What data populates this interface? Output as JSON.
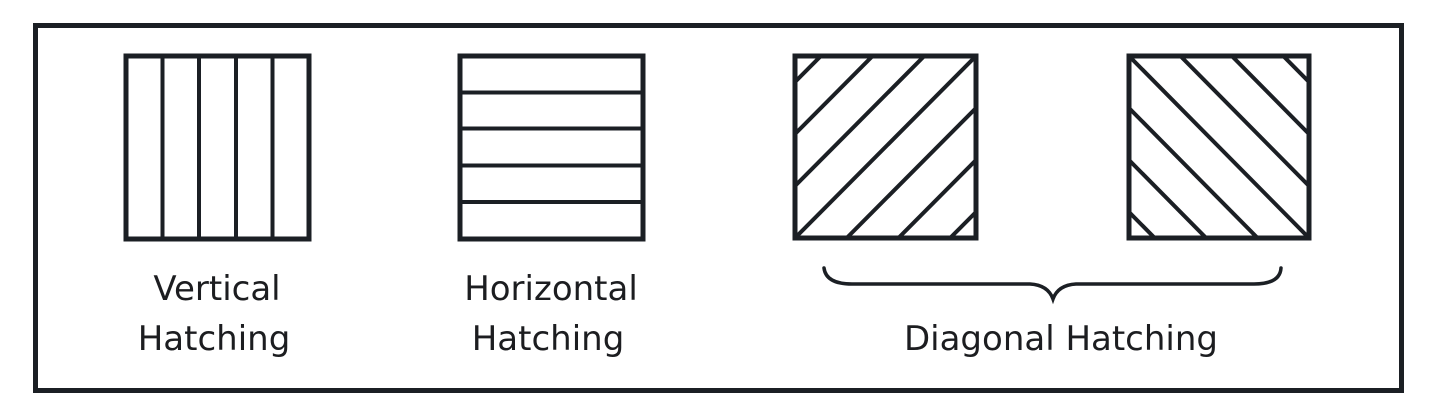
{
  "diagram": {
    "colors": {
      "stroke": "#1b1f24",
      "background": "#ffffff",
      "text": "#1c1d20"
    },
    "panels": [
      {
        "id": "vertical",
        "label_line1": "Vertical",
        "label_line2": "Hatching",
        "pattern": "vertical-lines",
        "line_count": 4
      },
      {
        "id": "horizontal",
        "label_line1": "Horizontal",
        "label_line2": "Hatching",
        "pattern": "horizontal-lines",
        "line_count": 4
      },
      {
        "id": "diagonal-forward",
        "pattern": "diagonal-bottom-left-to-top-right"
      },
      {
        "id": "diagonal-backward",
        "pattern": "diagonal-top-left-to-bottom-right"
      }
    ],
    "group_label": "Diagonal Hatching"
  }
}
